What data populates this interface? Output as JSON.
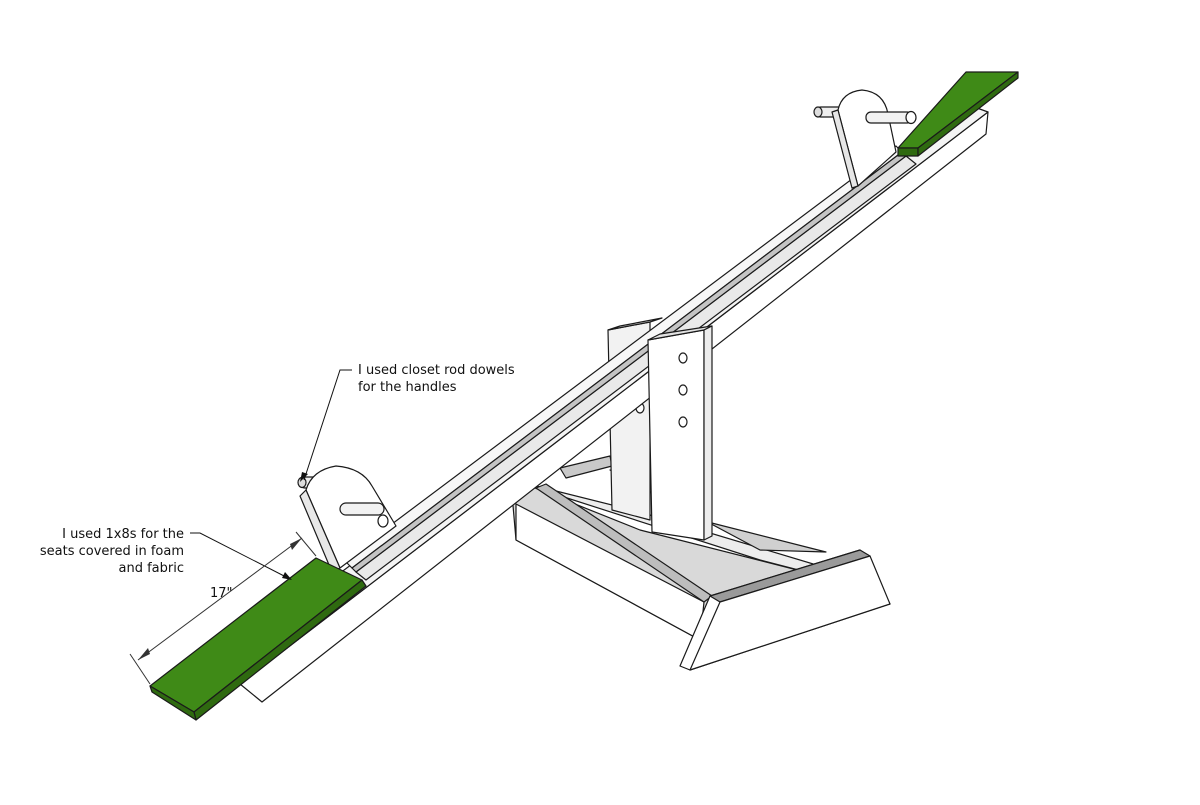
{
  "annotations": {
    "handles_note": {
      "line1": "I used closet rod dowels",
      "line2": "for the handles"
    },
    "seats_note": {
      "line1": "I used 1x8s for the",
      "line2": "seats covered in foam",
      "line3": "and fabric"
    },
    "seat_dimension": "17\""
  },
  "colors": {
    "seat": "#3f8a17",
    "seat_edge": "#2f6a10",
    "wood_light": "#ffffff",
    "wood_shade": "#e6e6e6",
    "wood_dark": "#a8a8a8",
    "line": "#1a1a1a"
  },
  "icons": {
    "pivot_holes": "circle-hole-icon",
    "handle_dowel": "dowel-icon"
  }
}
